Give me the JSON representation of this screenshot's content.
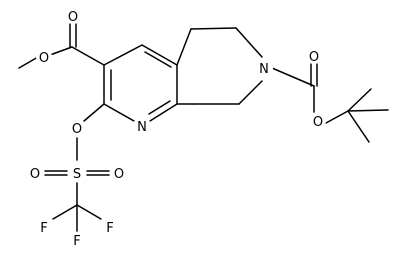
{
  "molecule": {
    "atoms": [
      {
        "id": "O1",
        "label": "O"
      },
      {
        "id": "O2",
        "label": "O"
      },
      {
        "id": "N1",
        "label": "N"
      },
      {
        "id": "N2",
        "label": "N"
      },
      {
        "id": "O3",
        "label": "O"
      },
      {
        "id": "O4",
        "label": "O"
      },
      {
        "id": "O5",
        "label": "O"
      },
      {
        "id": "S1",
        "label": "S"
      },
      {
        "id": "O6",
        "label": "O"
      },
      {
        "id": "O7",
        "label": "O"
      },
      {
        "id": "F1",
        "label": "F"
      },
      {
        "id": "F2",
        "label": "F"
      },
      {
        "id": "F3",
        "label": "F"
      }
    ]
  }
}
